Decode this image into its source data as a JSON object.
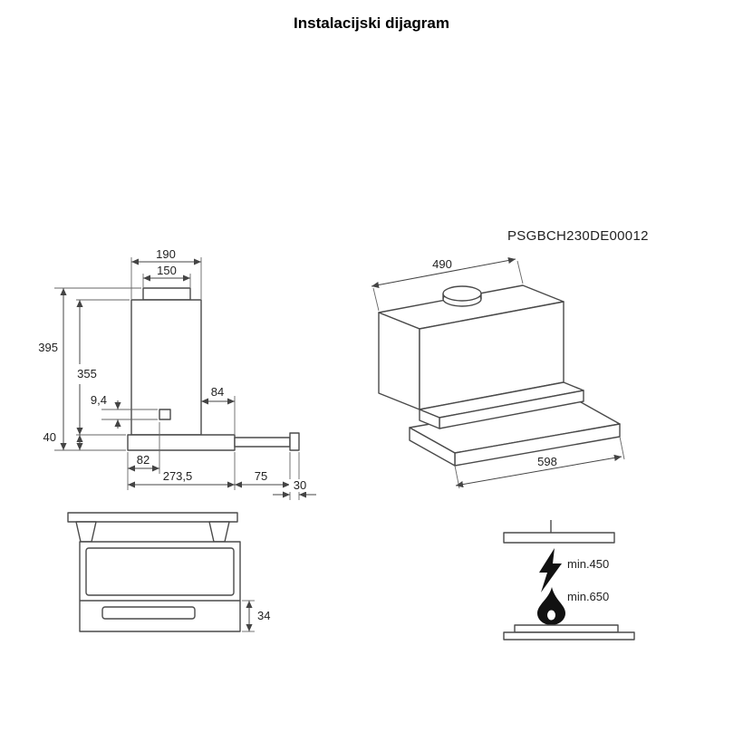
{
  "page": {
    "title": "Instalacijski dijagram",
    "model": "PSGBCH230DE00012"
  },
  "side_view": {
    "duct_outer_width": "190",
    "duct_inner_width": "150",
    "total_height": "395",
    "body_height": "355",
    "switch_offset": "9,4",
    "rear_clearance": "84",
    "bottom_section_height": "40",
    "switch_from_left": "82",
    "body_depth": "273,5",
    "pullout_extension": "75",
    "handle_depth": "30"
  },
  "perspective_view": {
    "body_width": "490",
    "front_width": "598"
  },
  "front_view": {
    "front_strip_height": "34"
  },
  "clearance_view": {
    "electric_min": "min.450",
    "gas_min": "min.650"
  }
}
